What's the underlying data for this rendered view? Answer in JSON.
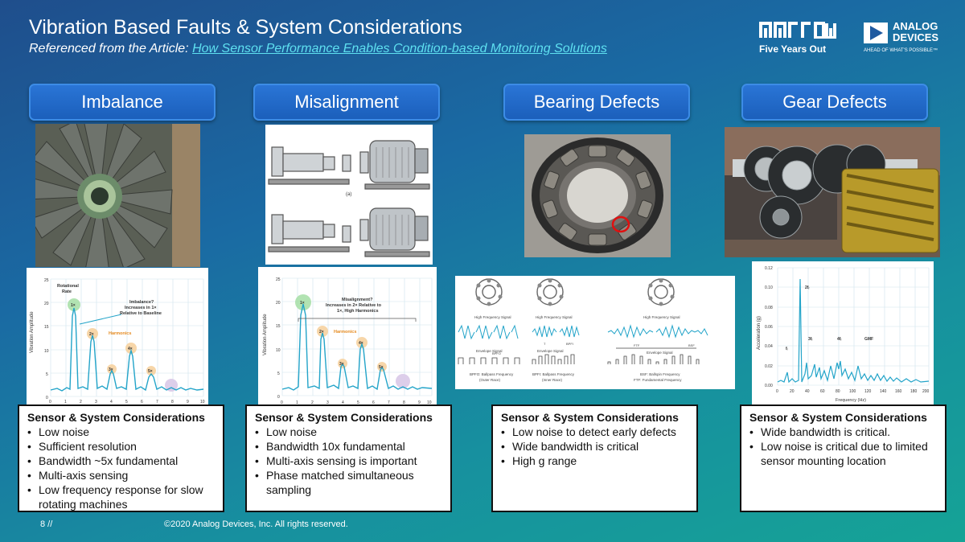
{
  "header": {
    "title": "Vibration Based Faults & System Considerations",
    "subtitle_prefix": "Referenced from the Article:",
    "subtitle_link": "How Sensor Performance Enables Condition-based Monitoring Solutions"
  },
  "logos": {
    "arrow_word": "ᴧᴧᴦᴦᴑᴡ",
    "arrow_tagline": "Five Years Out",
    "adi_name_line1": "ANALOG",
    "adi_name_line2": "DEVICES",
    "adi_tagline": "AHEAD OF WHAT'S POSSIBLE™"
  },
  "columns": [
    {
      "label": "Imbalance",
      "considerations_title": "Sensor & System Considerations",
      "considerations": [
        "Low noise",
        "Sufficient resolution",
        "Bandwidth ~5x fundamental",
        "Multi-axis sensing",
        "Low frequency response for slow rotating machines"
      ]
    },
    {
      "label": "Misalignment",
      "considerations_title": "Sensor & System Considerations",
      "considerations": [
        "Low noise",
        "Bandwidth 10x fundamental",
        "Multi-axis sensing is important",
        "Phase matched simultaneous sampling"
      ]
    },
    {
      "label": "Bearing Defects",
      "considerations_title": "Sensor & System Considerations",
      "considerations": [
        "Low noise to detect early defects",
        "Wide bandwidth is critical",
        "High g range"
      ]
    },
    {
      "label": "Gear Defects",
      "considerations_title": "Sensor & System Considerations",
      "considerations": [
        "Wide bandwidth is critical.",
        "Low noise is critical due to limited sensor mounting location"
      ]
    }
  ],
  "charts": {
    "imbalance": {
      "ylabel": "Vibration Amplitude",
      "y_ticks": [
        "0",
        "5",
        "10",
        "15",
        "20",
        "25"
      ],
      "x_ticks": [
        "0",
        "1",
        "2",
        "3",
        "4",
        "5",
        "6",
        "7",
        "8",
        "9",
        "10"
      ],
      "label_rotational": "Rotational",
      "label_rate": "Rate",
      "label_1x": "1×",
      "label_2x": "2×",
      "label_3x": "3×",
      "label_4x": "4×",
      "label_5x": "5×",
      "annot_line1": "Imbalance?",
      "annot_line2": "Increases in 1×",
      "annot_line3": "Relative to Baseline",
      "label_harmonics": "Harmonics"
    },
    "misalignment": {
      "ylabel": "Vibration Amplitude",
      "y_ticks": [
        "0",
        "5",
        "10",
        "15",
        "20",
        "25"
      ],
      "x_ticks": [
        "0",
        "1",
        "2",
        "3",
        "4",
        "5",
        "6",
        "7",
        "8",
        "9",
        "10"
      ],
      "label_1x": "1×",
      "label_2x": "2×",
      "label_3x": "3×",
      "label_4x": "4×",
      "label_5x": "5×",
      "annot_line1": "Misalignment?",
      "annot_line2": "Increases in 2× Relative to",
      "annot_line3": "1×, High Harmonics",
      "label_harmonics": "Harmonics",
      "diagram_label": "(a)"
    },
    "bearing": {
      "panel1_signal": "High Frequency Signal",
      "panel1_envelope": "Envelope Signal",
      "panel1_caption1": "BPFO: Ballpass Frequency",
      "panel1_caption2": "(Outer Race)",
      "panel1_marker": "BPFO",
      "panel2_signal": "High Frequency Signal",
      "panel2_envelope": "Envelope Signal",
      "panel2_caption1": "BPFI: Ballpass Frequency",
      "panel2_caption2": "(Inner Race)",
      "panel2_marker1": "T",
      "panel2_marker2": "BPFI",
      "panel3_signal": "High Frequency Signal",
      "panel3_envelope": "Envelope Signal",
      "panel3_caption1": "BSF: Ballspin Frequency",
      "panel3_caption2": "FTF: Fundamental Frequency",
      "panel3_marker1": "FTF",
      "panel3_marker2": "BSF"
    },
    "gear": {
      "ylabel": "Acceleration (g)",
      "xlabel": "Frequency (Hz)",
      "y_ticks": [
        "0.00",
        "0.02",
        "0.04",
        "0.06",
        "0.08",
        "0.10",
        "0.12"
      ],
      "x_ticks": [
        "0",
        "20",
        "40",
        "60",
        "80",
        "100",
        "120",
        "140",
        "160",
        "180",
        "200"
      ],
      "label_fr": "fᵣ",
      "label_2fr": "2fᵣ",
      "label_3fr": "3fᵣ",
      "label_4fr": "4fᵣ",
      "label_gmf": "GMF"
    }
  },
  "footer": {
    "page_number": "8 //",
    "copyright": "©2020 Analog Devices, Inc. All rights reserved."
  }
}
